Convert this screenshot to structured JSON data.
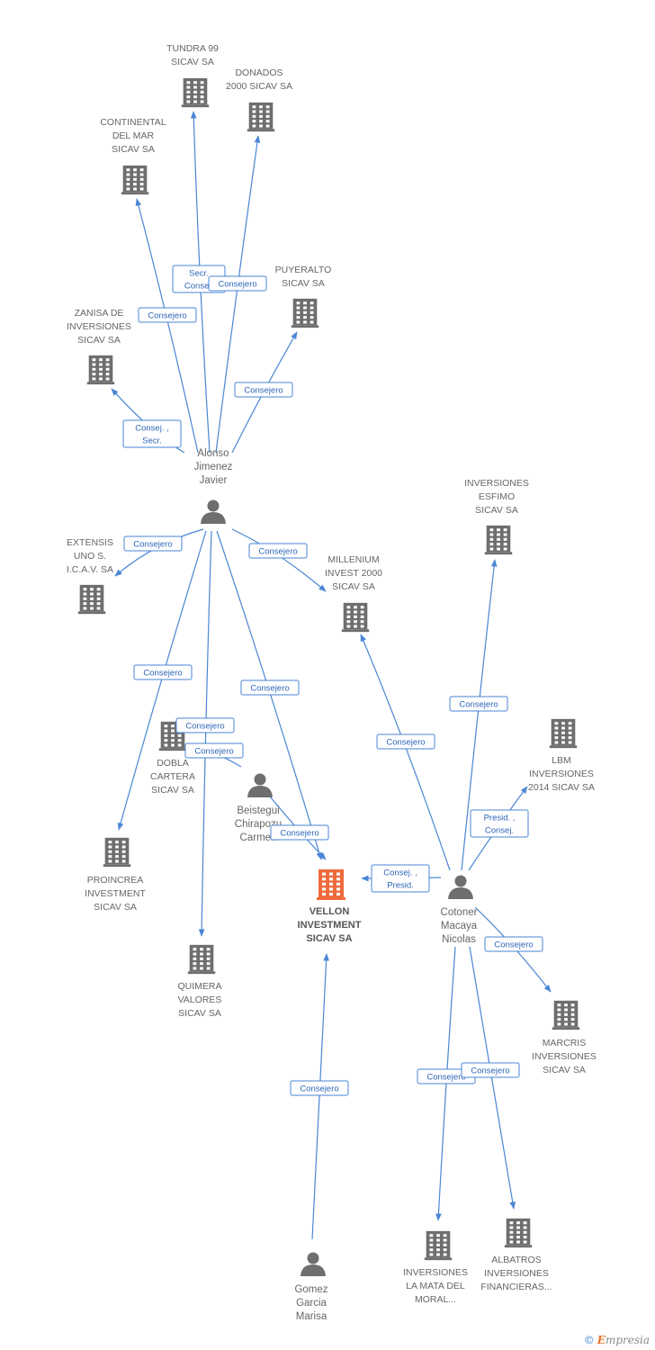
{
  "colors": {
    "edge": "#4a86d4",
    "edge_text": "#2f66b8",
    "icon": "#6e6e6e",
    "main_icon": "#ef6a3c",
    "label": "#666666"
  },
  "nodes": [
    {
      "id": "tundra",
      "type": "company",
      "label": [
        "TUNDRA 99",
        "SICAV SA"
      ]
    },
    {
      "id": "donados",
      "type": "company",
      "label": [
        "DONADOS",
        "2000 SICAV SA"
      ]
    },
    {
      "id": "continental",
      "type": "company",
      "label": [
        "CONTINENTAL",
        "DEL MAR",
        "SICAV SA"
      ]
    },
    {
      "id": "puyeralto",
      "type": "company",
      "label": [
        "PUYERALTO",
        "SICAV SA"
      ]
    },
    {
      "id": "zanisa",
      "type": "company",
      "label": [
        "ZANISA DE",
        "INVERSIONES",
        "SICAV SA"
      ]
    },
    {
      "id": "alonso",
      "type": "person",
      "label": [
        "Alonso",
        "Jimenez",
        "Javier"
      ]
    },
    {
      "id": "extensis",
      "type": "company",
      "label": [
        "EXTENSIS",
        "UNO S.",
        "I.C.A.V. SA"
      ]
    },
    {
      "id": "millenium",
      "type": "company",
      "label": [
        "MILLENIUM",
        "INVEST 2000",
        "SICAV SA"
      ]
    },
    {
      "id": "esfimo",
      "type": "company",
      "label": [
        "INVERSIONES",
        "ESFIMO",
        "SICAV SA"
      ]
    },
    {
      "id": "dobla",
      "type": "company",
      "label": [
        "DOBLA",
        "CARTERA",
        "SICAV SA"
      ]
    },
    {
      "id": "beistegui",
      "type": "person",
      "label": [
        "Beistegui",
        "Chirapozu",
        "Carmen"
      ]
    },
    {
      "id": "lbm",
      "type": "company",
      "label": [
        "LBM",
        "INVERSIONES",
        "2014 SICAV SA"
      ]
    },
    {
      "id": "proincrea",
      "type": "company",
      "label": [
        "PROINCREA",
        "INVESTMENT",
        "SICAV SA"
      ]
    },
    {
      "id": "vellon",
      "type": "main",
      "label": [
        "VELLON",
        "INVESTMENT",
        "SICAV SA"
      ]
    },
    {
      "id": "cotoner",
      "type": "person",
      "label": [
        "Cotoner",
        "Macaya",
        "Nicolas"
      ]
    },
    {
      "id": "quimera",
      "type": "company",
      "label": [
        "QUIMERA",
        "VALORES",
        "SICAV SA"
      ]
    },
    {
      "id": "marcris",
      "type": "company",
      "label": [
        "MARCRIS",
        "INVERSIONES",
        "SICAV SA"
      ]
    },
    {
      "id": "mata",
      "type": "company",
      "label": [
        "INVERSIONES",
        "LA MATA DEL",
        "MORAL..."
      ]
    },
    {
      "id": "albatros",
      "type": "company",
      "label": [
        "ALBATROS",
        "INVERSIONES",
        "FINANCIERAS..."
      ]
    },
    {
      "id": "gomez",
      "type": "person",
      "label": [
        "Gomez",
        "Garcia",
        "Marisa"
      ]
    }
  ],
  "edges": [
    {
      "from": "alonso",
      "to": "tundra",
      "label": [
        "Secr.",
        "Consej."
      ]
    },
    {
      "from": "alonso",
      "to": "donados",
      "label": [
        "Consejero"
      ]
    },
    {
      "from": "alonso",
      "to": "continental",
      "label": [
        "Consejero"
      ]
    },
    {
      "from": "alonso",
      "to": "puyeralto",
      "label": [
        "Consejero"
      ]
    },
    {
      "from": "alonso",
      "to": "zanisa",
      "label": [
        "Consej. ,",
        "Secr."
      ]
    },
    {
      "from": "alonso",
      "to": "extensis",
      "label": [
        "Consejero"
      ]
    },
    {
      "from": "alonso",
      "to": "millenium",
      "label": [
        "Consejero"
      ]
    },
    {
      "from": "alonso",
      "to": "proincrea",
      "label": [
        "Consejero"
      ]
    },
    {
      "from": "alonso",
      "to": "quimera",
      "label": [
        "Consejero"
      ]
    },
    {
      "from": "alonso",
      "to": "vellon",
      "label": [
        "Consejero"
      ]
    },
    {
      "from": "beistegui",
      "to": "vellon",
      "label": [
        "Consejero"
      ]
    },
    {
      "from": "beistegui",
      "to": "dobla",
      "label": [
        "Consejero"
      ]
    },
    {
      "from": "cotoner",
      "to": "vellon",
      "label": [
        "Consej. ,",
        "Presid."
      ]
    },
    {
      "from": "cotoner",
      "to": "millenium",
      "label": [
        "Consejero"
      ]
    },
    {
      "from": "cotoner",
      "to": "esfimo",
      "label": [
        "Consejero"
      ]
    },
    {
      "from": "cotoner",
      "to": "lbm",
      "label": [
        "Presid. ,",
        "Consej."
      ]
    },
    {
      "from": "cotoner",
      "to": "marcris",
      "label": [
        "Consejero"
      ]
    },
    {
      "from": "cotoner",
      "to": "mata",
      "label": [
        "Consejero"
      ]
    },
    {
      "from": "cotoner",
      "to": "albatros",
      "label": [
        "Consejero"
      ]
    },
    {
      "from": "gomez",
      "to": "vellon",
      "label": [
        "Consejero"
      ]
    }
  ],
  "brand": {
    "copyright": "©",
    "initial": "E",
    "rest": "mpresia"
  }
}
